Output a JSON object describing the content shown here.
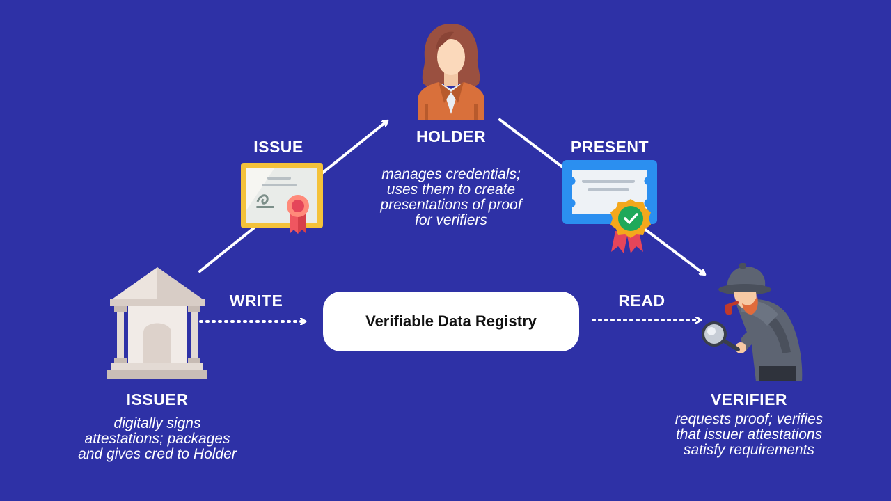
{
  "holder": {
    "title": "HOLDER",
    "description": "manages credentials;\nuses them to create\npresentations of proof\nfor verifiers",
    "icon": "woman-avatar-icon"
  },
  "issuer": {
    "title": "ISSUER",
    "description": "digitally signs\nattestations; packages\nand gives cred to Holder",
    "icon": "bank-building-icon"
  },
  "verifier": {
    "title": "VERIFIER",
    "description": "requests proof; verifies\nthat issuer attestations\nsatisfy requirements",
    "icon": "detective-icon"
  },
  "flows": {
    "issue": "ISSUE",
    "present": "PRESENT",
    "write": "WRITE",
    "read": "READ"
  },
  "registry": {
    "label": "Verifiable Data Registry"
  },
  "credentials": {
    "issue_icon": "gold-certificate-icon",
    "present_icon": "blue-certificate-icon"
  },
  "colors": {
    "background": "#2e31a6",
    "text": "#ffffff",
    "registry_bg": "#ffffff"
  }
}
